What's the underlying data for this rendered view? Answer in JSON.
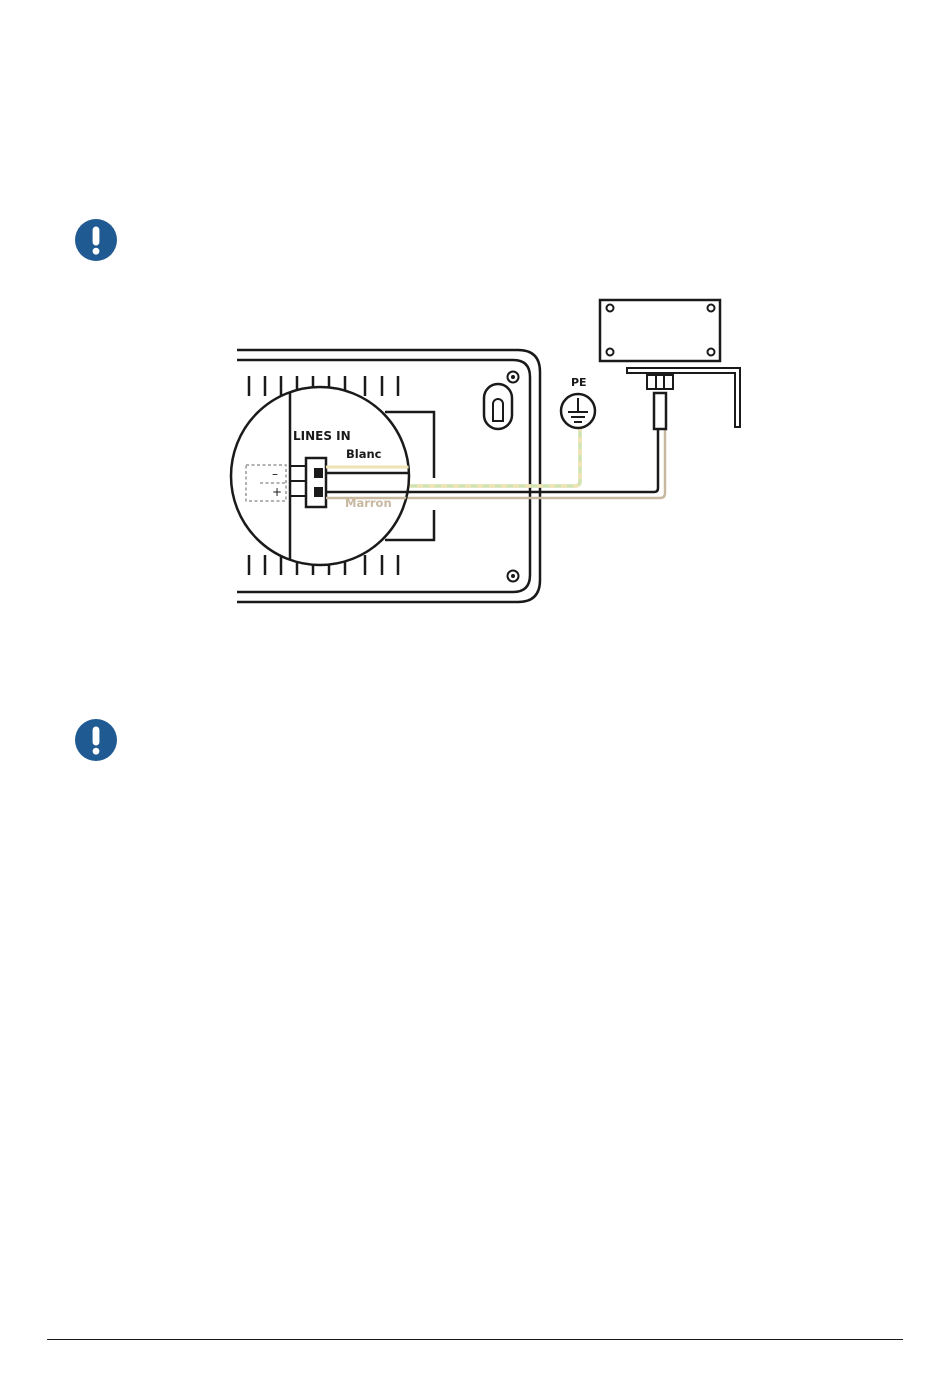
{
  "labels": {
    "lines_in": "LINES IN",
    "blanc": "Blanc",
    "marron": "Marron",
    "pe": "PE",
    "minus": "–",
    "plus": "+"
  },
  "icons": {
    "warning_top": "exclamation-icon",
    "warning_bottom": "exclamation-icon"
  },
  "colors": {
    "warning_blue": "#1f5a93",
    "blanc_wire": "#efe3b5",
    "earth_wire": "#cfe2b0",
    "marron_wire": "#c8b8a0",
    "outline": "#1a1a1a"
  }
}
